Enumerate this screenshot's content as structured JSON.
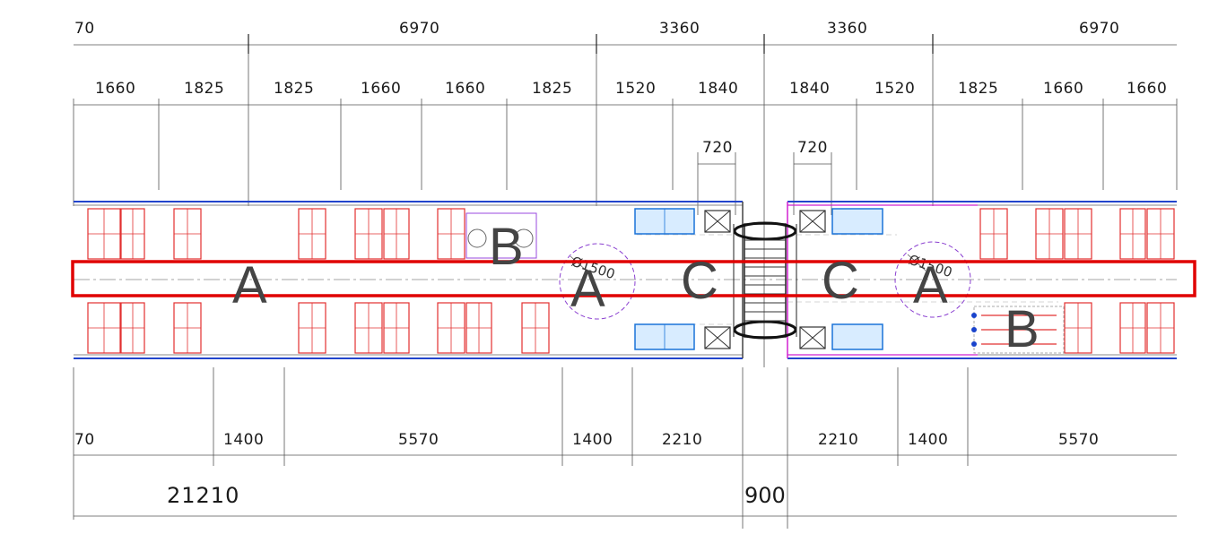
{
  "dimensions": {
    "top_row1": [
      "70",
      "6970",
      "3360",
      "3360",
      "6970"
    ],
    "top_row2": [
      "1660",
      "1825",
      "1825",
      "1660",
      "1660",
      "1825",
      "1520",
      "1840",
      "1840",
      "1520",
      "1825",
      "1660",
      "1660"
    ],
    "top_row3": [
      "720",
      "720"
    ],
    "bottom_row1": [
      "70",
      "1400",
      "5570",
      "1400",
      "2210",
      "2210",
      "1400",
      "5570"
    ],
    "total_length": "21210",
    "gangway": "900"
  },
  "zones": [
    "A",
    "B",
    "A",
    "C",
    "C",
    "A",
    "B"
  ],
  "diameters": [
    "Ø1500",
    "Ø1500"
  ],
  "colors": {
    "highlight": "#e00000",
    "seat": "#e23030",
    "bench": "#1a73d9",
    "wall": "#2244cc"
  }
}
